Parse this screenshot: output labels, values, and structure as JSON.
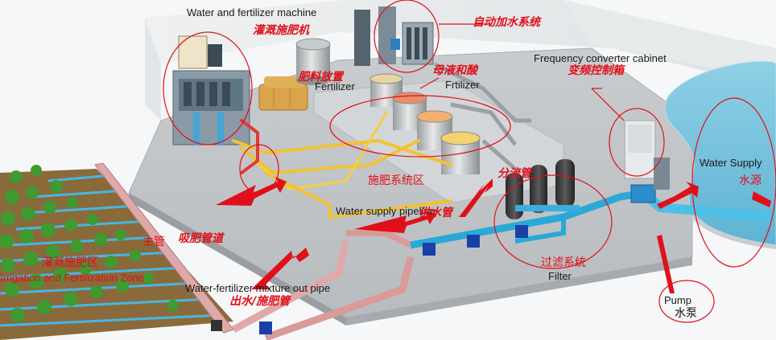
{
  "labels": {
    "water_fertilizer_machine_en": "Water and fertilizer machine",
    "water_fertilizer_machine_zh": "灌溉施肥机",
    "auto_water_zh": "自动加水系统",
    "fertilizer_storage_zh": "肥料放置",
    "fertilizer_tank_en": "Fertilizer",
    "mother_liquor_zh": "母液和酸",
    "frtilizer_en": "Frtilizer",
    "freq_cabinet_en": "Frequency converter cabinet",
    "freq_cabinet_zh": "变频控制箱",
    "water_supply_en": "Water Supply",
    "water_source_zh": "水源",
    "fertilization_area_zh": "施肥系统区",
    "diverter_zh": "分流管",
    "water_supply_pipeline_en": "Water supply pipeline",
    "supply_pipe_zh": "供水管",
    "main_pipe_zh": "主管",
    "suction_pipe_zh": "吸肥管道",
    "irrigation_zone_zh": "灌溉施肥区",
    "irrigation_zone_en": "Irrigation and Fertilization Zone",
    "filter_system_zh": "过滤系统",
    "filter_en": "Filter",
    "mixture_pipe_en": "Water-fertilizer mixture out pipe",
    "outlet_pipe_zh": "出水/施肥管",
    "pump_en": "Pump",
    "pump_zh": "水泵"
  },
  "colors": {
    "annotation_red": "#e0101a",
    "water_blue": "#7fc6e0",
    "pipe_yellow": "#f2c230",
    "pipe_pink": "#d99a9a",
    "pipe_cyan": "#2aa9d8"
  }
}
